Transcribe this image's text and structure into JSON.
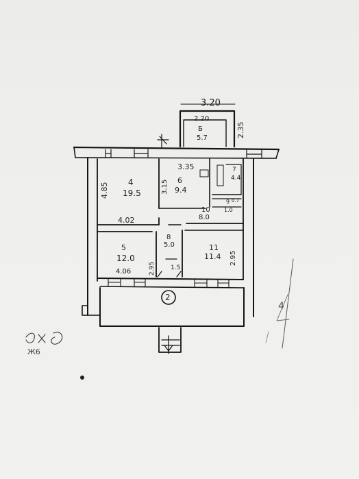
{
  "plan": {
    "overall_width_top": "3.20",
    "room_b": {
      "width": "2.20",
      "number": "Б",
      "area": "5.7",
      "depth": "2.35"
    },
    "room_4": {
      "number": "4",
      "area": "19.5",
      "height": "4.85",
      "width": "4.02"
    },
    "room_6": {
      "number": "6",
      "area": "9.4",
      "width": "3.35",
      "height": "3.15"
    },
    "room_7": {
      "number": "7",
      "area": "4.4"
    },
    "room_9": {
      "number": "9",
      "area": "1.0",
      "side": "0.7"
    },
    "room_10": {
      "number": "10",
      "area": "8.0"
    },
    "room_5": {
      "number": "5",
      "area": "12.0",
      "width": "4.06"
    },
    "room_8": {
      "number": "8",
      "area": "5.0",
      "height": "2.95"
    },
    "room_11": {
      "number": "11",
      "area": "11.4",
      "height": "2.95"
    },
    "small_dim": "1.5",
    "stair_mark": "2",
    "margin_note": "Ж6",
    "right_mark": "4"
  }
}
